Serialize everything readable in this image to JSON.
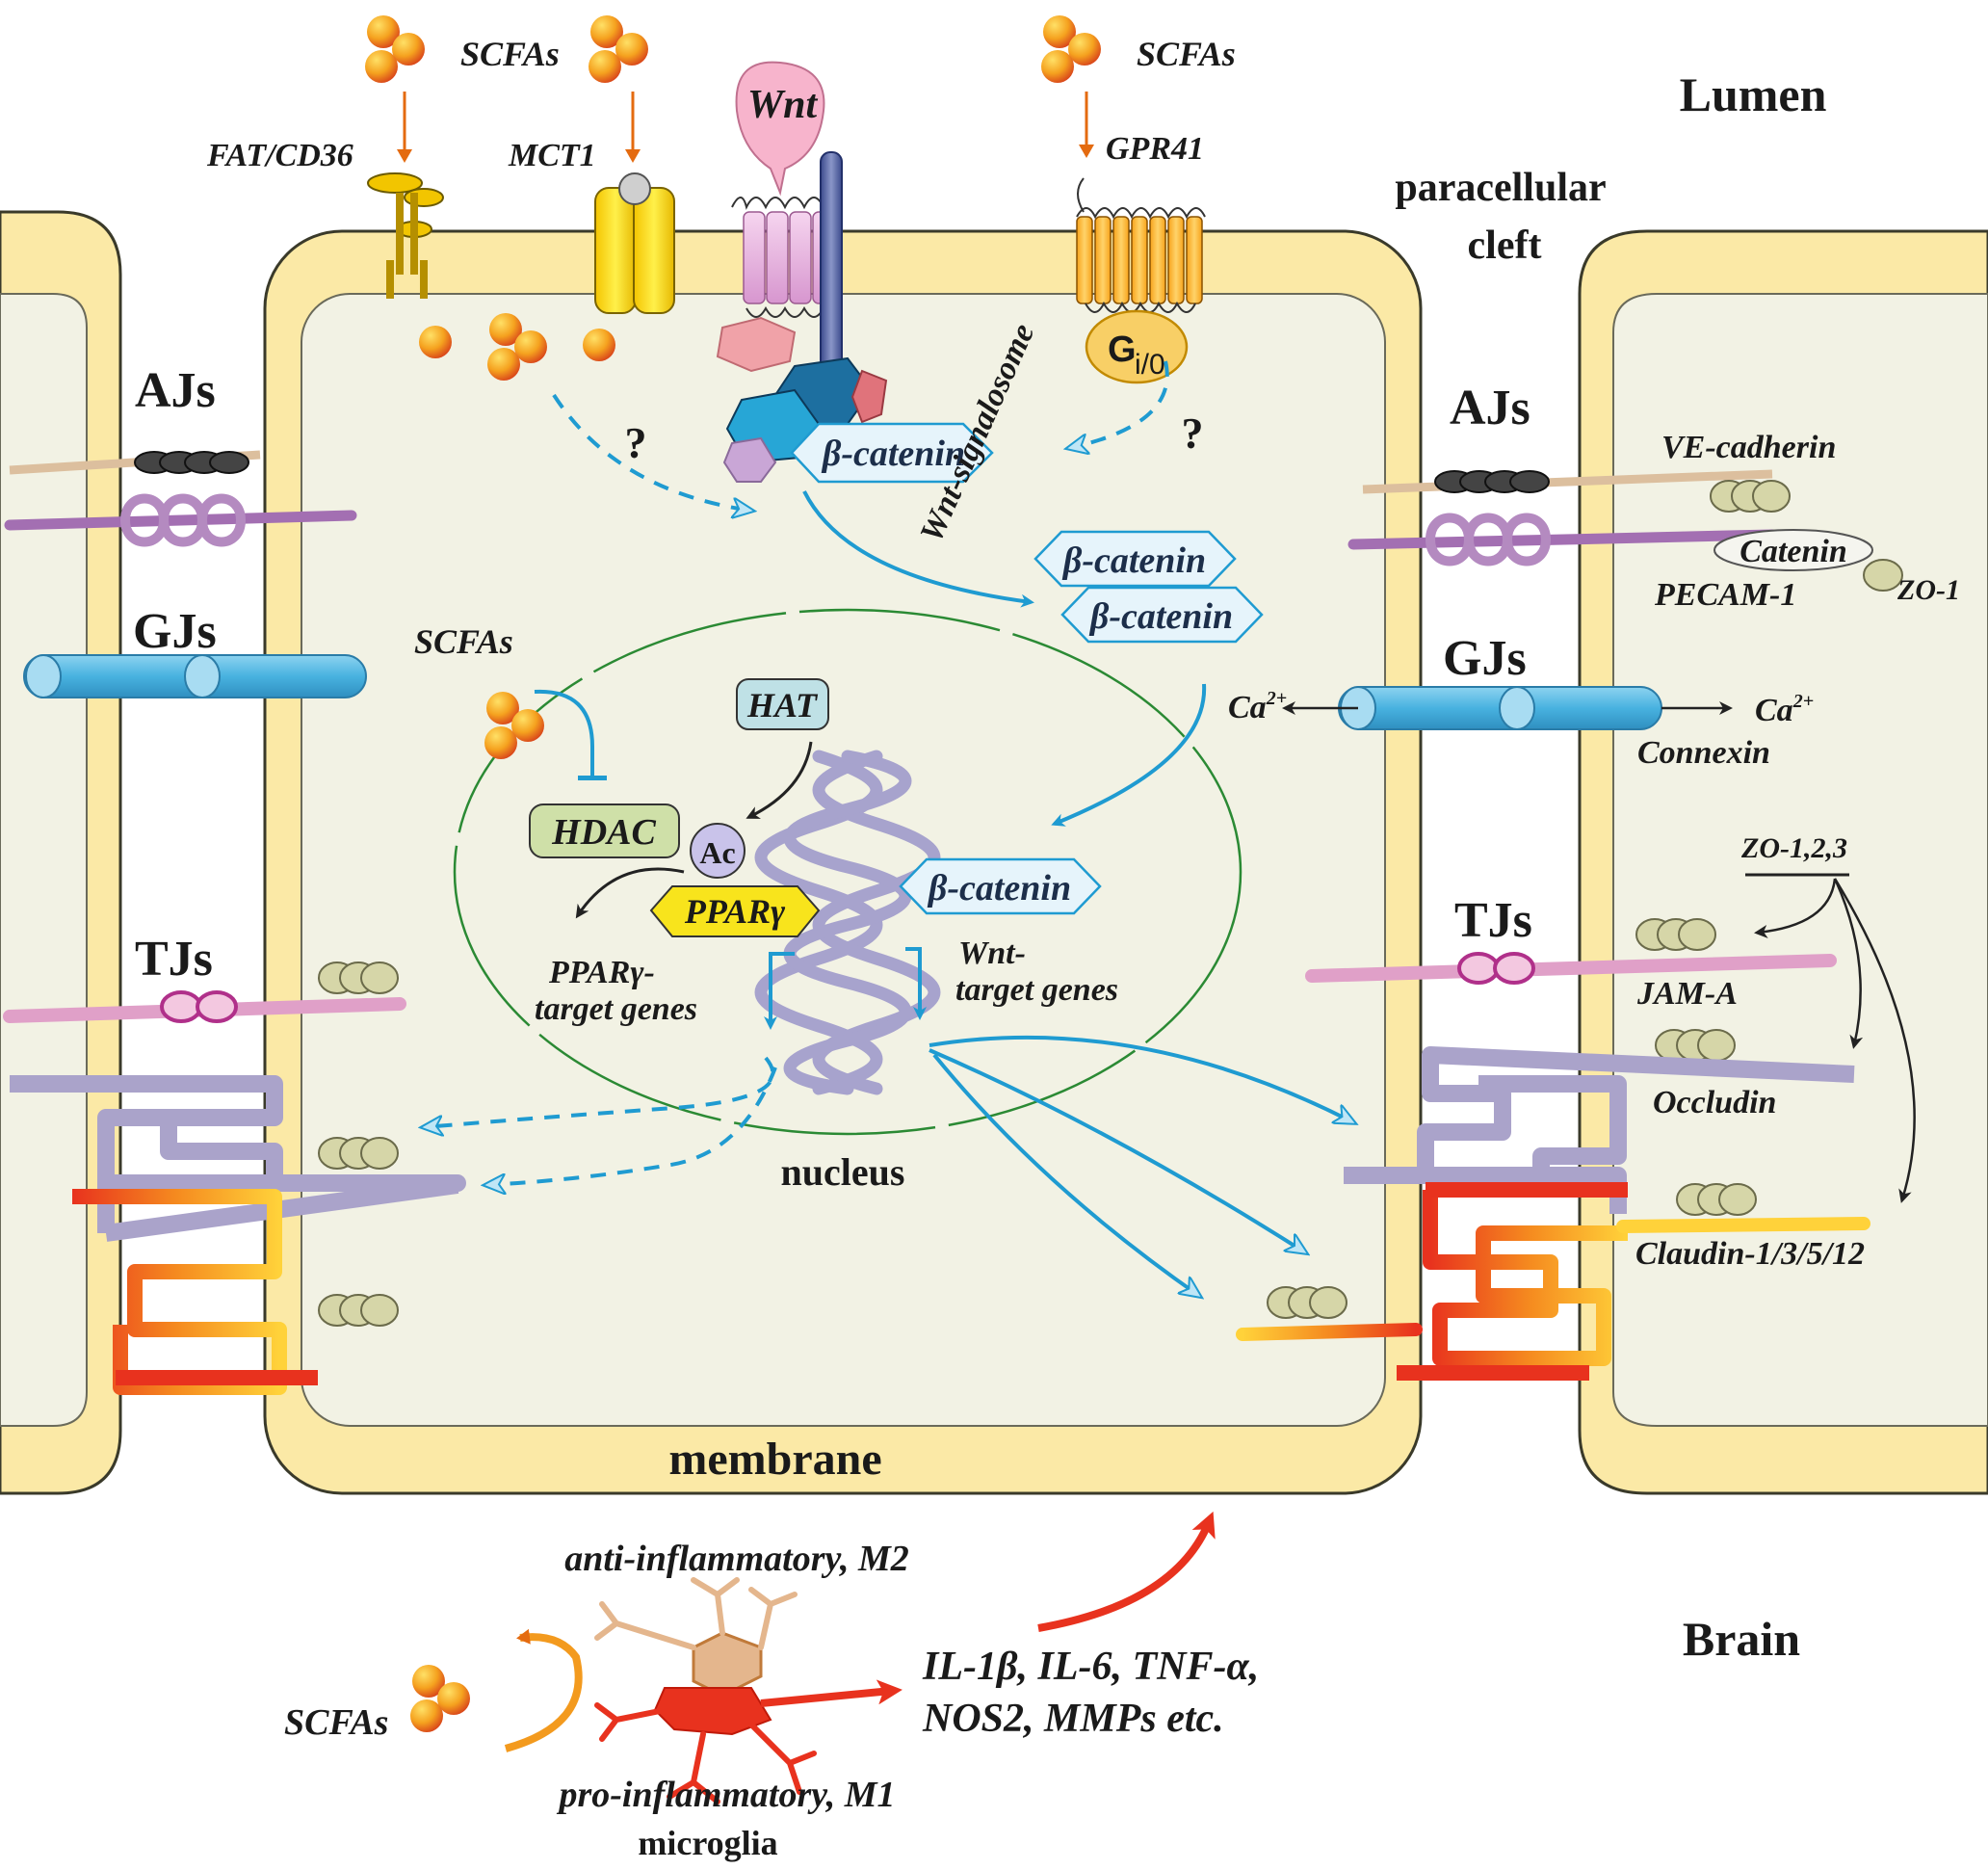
{
  "regions": {
    "lumen": "Lumen",
    "brain": "Brain",
    "paracellular_line1": "paracellular",
    "paracellular_line2": "cleft",
    "membrane": "membrane",
    "nucleus": "nucleus"
  },
  "transporters": {
    "scfas": "SCFAs",
    "fat_cd36": "FAT/CD36",
    "mct1": "MCT1",
    "wnt": "Wnt",
    "gpr41": "GPR41",
    "gi0_main": "G",
    "gi0_sub": "i/0",
    "question": "?"
  },
  "junctions": {
    "ajs": "AJs",
    "gjs": "GJs",
    "tjs": "TJs"
  },
  "signaling": {
    "beta_catenin": "β-catenin",
    "wnt_signalosome": "Wnt-signalosome",
    "hat": "HAT",
    "hdac": "HDAC",
    "ac": "Ac",
    "ppar": "PPARγ",
    "ppar_target_1": "PPARγ-",
    "ppar_target_2": "target genes",
    "wnt_target_1": "Wnt-",
    "wnt_target_2": "target genes"
  },
  "proteins": {
    "ve_cadherin": "VE-cadherin",
    "catenin": "Catenin",
    "pecam1": "PECAM-1",
    "zo1": "ZO-1",
    "ca": "Ca",
    "ca_sup": "2+",
    "connexin": "Connexin",
    "zo123": "ZO-1,2,3",
    "jam_a": "JAM-A",
    "occludin": "Occludin",
    "claudin": "Claudin-1/3/5/12"
  },
  "microglia": {
    "anti": "anti-inflammatory, M2",
    "pro": "pro-inflammatory, M1",
    "label": "microglia",
    "cytokines_1": "IL-1β, IL-6, TNF-α,",
    "cytokines_2": "NOS2, MMPs etc."
  },
  "colors": {
    "cell_border": "#fbe9a6",
    "cytoplasm": "#f2f2e4",
    "blue_arrow": "#1f9bd1",
    "scfa_orange": "#f39a1e",
    "junction_purple": "#b48ac0",
    "tight_lavender": "#aaa3ca",
    "gap_blue": "#5bbde6",
    "red_arrow": "#e8321e"
  }
}
